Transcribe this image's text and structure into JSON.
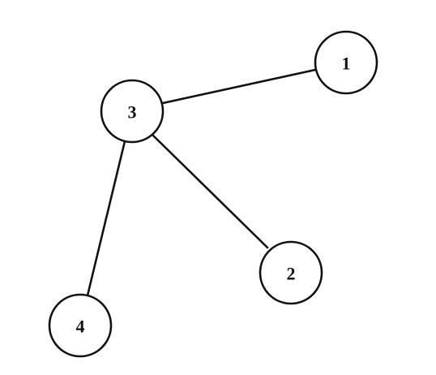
{
  "graph": {
    "nodes": [
      {
        "id": "1",
        "label": "1"
      },
      {
        "id": "2",
        "label": "2"
      },
      {
        "id": "3",
        "label": "3"
      },
      {
        "id": "4",
        "label": "4"
      }
    ],
    "edges": [
      {
        "from": "3",
        "to": "1"
      },
      {
        "from": "3",
        "to": "2"
      },
      {
        "from": "3",
        "to": "4"
      }
    ],
    "colors": {
      "stroke": "#111111",
      "fill": "#ffffff"
    }
  }
}
